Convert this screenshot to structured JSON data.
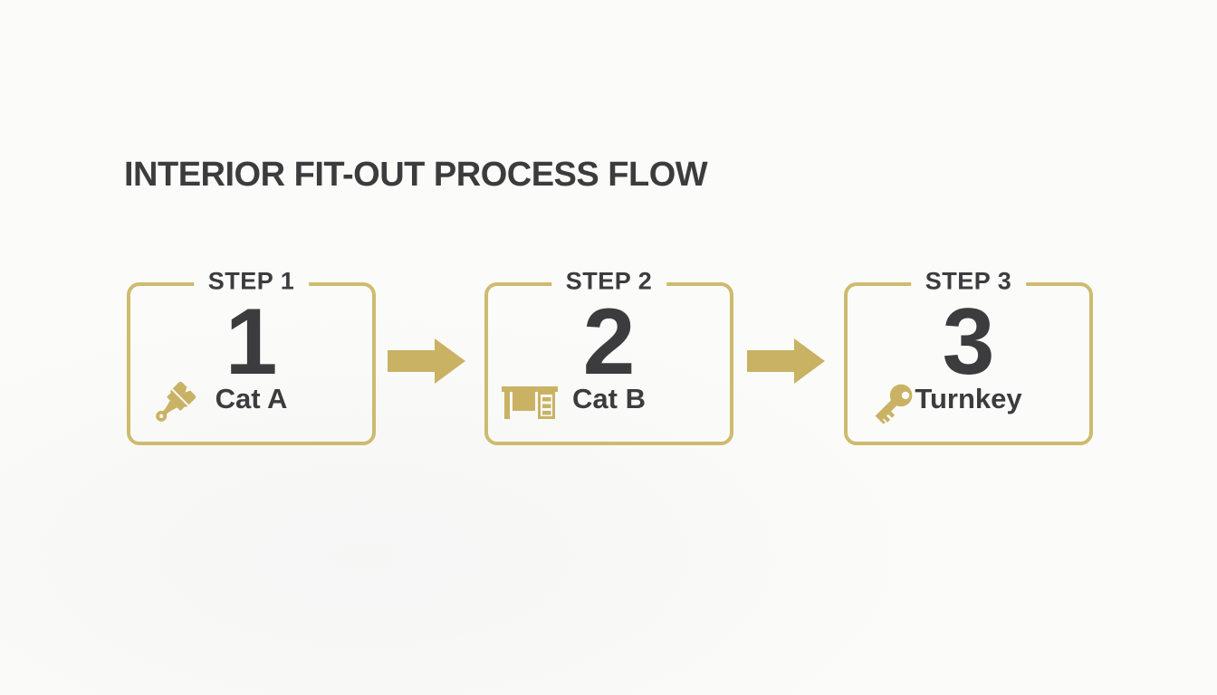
{
  "page": {
    "title": "INTERIOR FIT-OUT PROCESS FLOW",
    "colors": {
      "background": "#FBFBF9",
      "gold": "#C9B264",
      "gold_border": "#CFBA6E",
      "text": "#3C3C3E"
    }
  },
  "steps": [
    {
      "label": "STEP 1",
      "number": "1",
      "category": "Cat A",
      "icon": "paintbrush-icon"
    },
    {
      "label": "STEP 2",
      "number": "2",
      "category": "Cat B",
      "icon": "desk-icon"
    },
    {
      "label": "STEP 3",
      "number": "3",
      "category": "Turnkey",
      "icon": "key-icon"
    }
  ],
  "connectors": [
    {
      "icon": "arrow-right-icon"
    },
    {
      "icon": "arrow-right-icon"
    }
  ]
}
